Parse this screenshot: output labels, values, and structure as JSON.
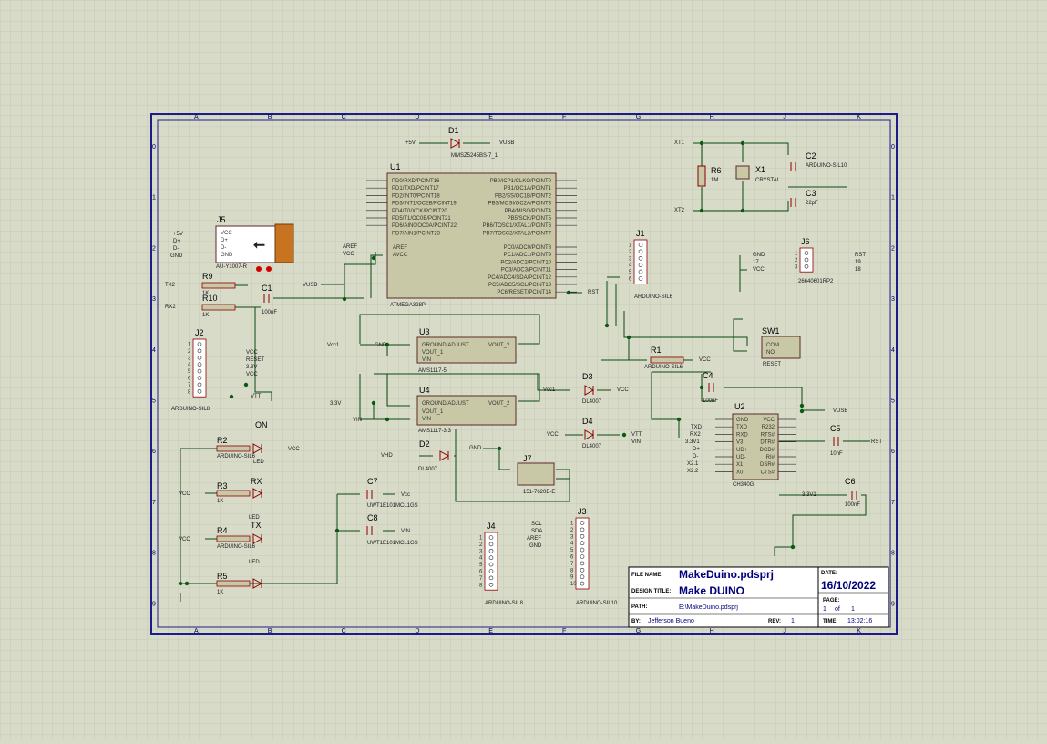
{
  "schematic": {
    "zones": {
      "columns": [
        "A",
        "B",
        "C",
        "D",
        "E",
        "F",
        "G",
        "H",
        "J",
        "K"
      ],
      "rows": [
        "0",
        "1",
        "2",
        "3",
        "4",
        "5",
        "6",
        "7",
        "8",
        "9"
      ]
    },
    "components": [
      {
        "ref": "D1",
        "value": "MMSZ5245BS-7_1"
      },
      {
        "ref": "U1",
        "value": "ATMEGA328P"
      },
      {
        "ref": "J5",
        "value": "AU-Y1007-R"
      },
      {
        "ref": "R9",
        "value": "1K"
      },
      {
        "ref": "R10",
        "value": "1K"
      },
      {
        "ref": "C1",
        "value": "100nF"
      },
      {
        "ref": "J2",
        "value": "ARDUINO-SIL8"
      },
      {
        "ref": "J1",
        "value": "ARDUINO-SIL6"
      },
      {
        "ref": "R6",
        "value": "1M"
      },
      {
        "ref": "X1",
        "value": "CRYSTAL"
      },
      {
        "ref": "C2",
        "value": "ARDUINO-SIL10"
      },
      {
        "ref": "C3",
        "value": "22pF"
      },
      {
        "ref": "J6",
        "value": "26640601RP2"
      },
      {
        "ref": "U3",
        "value": "AMS1117-5"
      },
      {
        "ref": "U4",
        "value": "AMS1117-3.3"
      },
      {
        "ref": "SW1",
        "value": "RESET"
      },
      {
        "ref": "R1",
        "value": "ARDUINO-SIL6"
      },
      {
        "ref": "C4",
        "value": "100nF"
      },
      {
        "ref": "U2",
        "value": "CH340G"
      },
      {
        "ref": "C5",
        "value": "10nF"
      },
      {
        "ref": "C6",
        "value": "100nF"
      },
      {
        "ref": "D3",
        "value": "DL4007"
      },
      {
        "ref": "D4",
        "value": "DL4007"
      },
      {
        "ref": "D2",
        "value": "DL4007"
      },
      {
        "ref": "J7",
        "value": "151-7620E-E"
      },
      {
        "ref": "C7",
        "value": "UWT1E101MCL1GS"
      },
      {
        "ref": "C8",
        "value": "UWT1E101MCL1GS"
      },
      {
        "ref": "R2",
        "value": "ARDUINO-SIL6"
      },
      {
        "ref": "R3",
        "value": "1K"
      },
      {
        "ref": "R4",
        "value": "ARDUINO-SIL6"
      },
      {
        "ref": "R5",
        "value": "1K"
      },
      {
        "ref": "ON",
        "value": "LED"
      },
      {
        "ref": "RX",
        "value": "LED"
      },
      {
        "ref": "TX",
        "value": "LED"
      },
      {
        "ref": "J4",
        "value": "ARDUINO-SIL8"
      },
      {
        "ref": "J3",
        "value": "ARDUINO-SIL10"
      }
    ],
    "u1_left_pins": [
      "PD0/RXD/PCINT16",
      "PD1/TXD/PCINT17",
      "PD2/INT0/PCINT18",
      "PD3/INT1/OC2B/PCINT19",
      "PD4/T0/XCK/PCINT20",
      "PD5/T1/OC0B/PCINT21",
      "PD6/AIN0/OC0A/PCINT22",
      "PD7/AIN1/PCINT23"
    ],
    "u1_right_pins": [
      "PB0/ICP1/CLKO/PCINT0",
      "PB1/OC1A/PCINT1",
      "PB2/SS/OC1B/PCINT2",
      "PB3/MOSI/OC2A/PCINT3",
      "PB4/MISO/PCINT4",
      "PB5/SCK/PCINT5",
      "PB6/TOSC1/XTAL1/PCINT6",
      "PB7/TOSC2/XTAL2/PCINT7"
    ],
    "u1_right_pins2": [
      "PC0/ADC0/PCINT8",
      "PC1/ADC1/PCINT9",
      "PC2/ADC2/PCINT10",
      "PC3/ADC3/PCINT11",
      "PC4/ADC4/SDA/PCINT12",
      "PC5/ADC5/SCL/PCINT13",
      "PC6/RESET/PCINT14"
    ],
    "u1_power": [
      "AREF",
      "AVCC"
    ],
    "u2_left_pins": [
      "GND",
      "TXD",
      "RXD",
      "V3",
      "UD+",
      "UD-",
      "X1",
      "X0"
    ],
    "u2_right_pins": [
      "VCC",
      "R232",
      "RTS#",
      "DTR#",
      "DCD#",
      "RI#",
      "DSR#",
      "CTS#"
    ],
    "regulator_pins": [
      "GROUND/ADJUST",
      "VOUT_1",
      "VIN",
      "VOUT_2"
    ],
    "sw1_pins": [
      "COM",
      "NO"
    ],
    "j5_pins": [
      "VCC",
      "D+",
      "D-",
      "GND"
    ],
    "nets": [
      "+5V",
      "VUSB",
      "XT1",
      "XT2",
      "TX2",
      "RX2",
      "RST",
      "GND",
      "VCC",
      "VIN",
      "VTT",
      "VHD",
      "Vcc1",
      "3.3V",
      "3.3V1",
      "SCL",
      "SDA",
      "AREF",
      "RESET",
      "D+",
      "D-",
      "X2.1",
      "X2.2",
      "Vcc"
    ],
    "j2_nets": [
      "VCC",
      "RESET",
      "3.3V",
      "VCC"
    ]
  },
  "title_block": {
    "file_name_label": "FILE NAME:",
    "file_name": "MakeDuino.pdsprj",
    "design_title_label": "DESIGN TITLE:",
    "design_title": "Make DUINO",
    "path_label": "PATH:",
    "path": "E:\\MakeDuino.pdsprj",
    "by_label": "BY:",
    "by": "Jefferson Bueno",
    "rev_label": "REV:",
    "rev": "1",
    "date_label": "DATE:",
    "date": "16/10/2022",
    "page_label": "PAGE:",
    "page": "1",
    "page_of": "of",
    "page_total": "1",
    "time_label": "TIME:",
    "time": "13:02:16"
  },
  "colors": {
    "grid": "#b9bbaa",
    "border": "#1c1c8c",
    "wire": "#0a4a12",
    "component": "#8b0000",
    "ic_fill": "#c9c8a6",
    "junction": "#0a5a12",
    "usb_body": "#c8731f",
    "pin_red": "#cc0000"
  }
}
